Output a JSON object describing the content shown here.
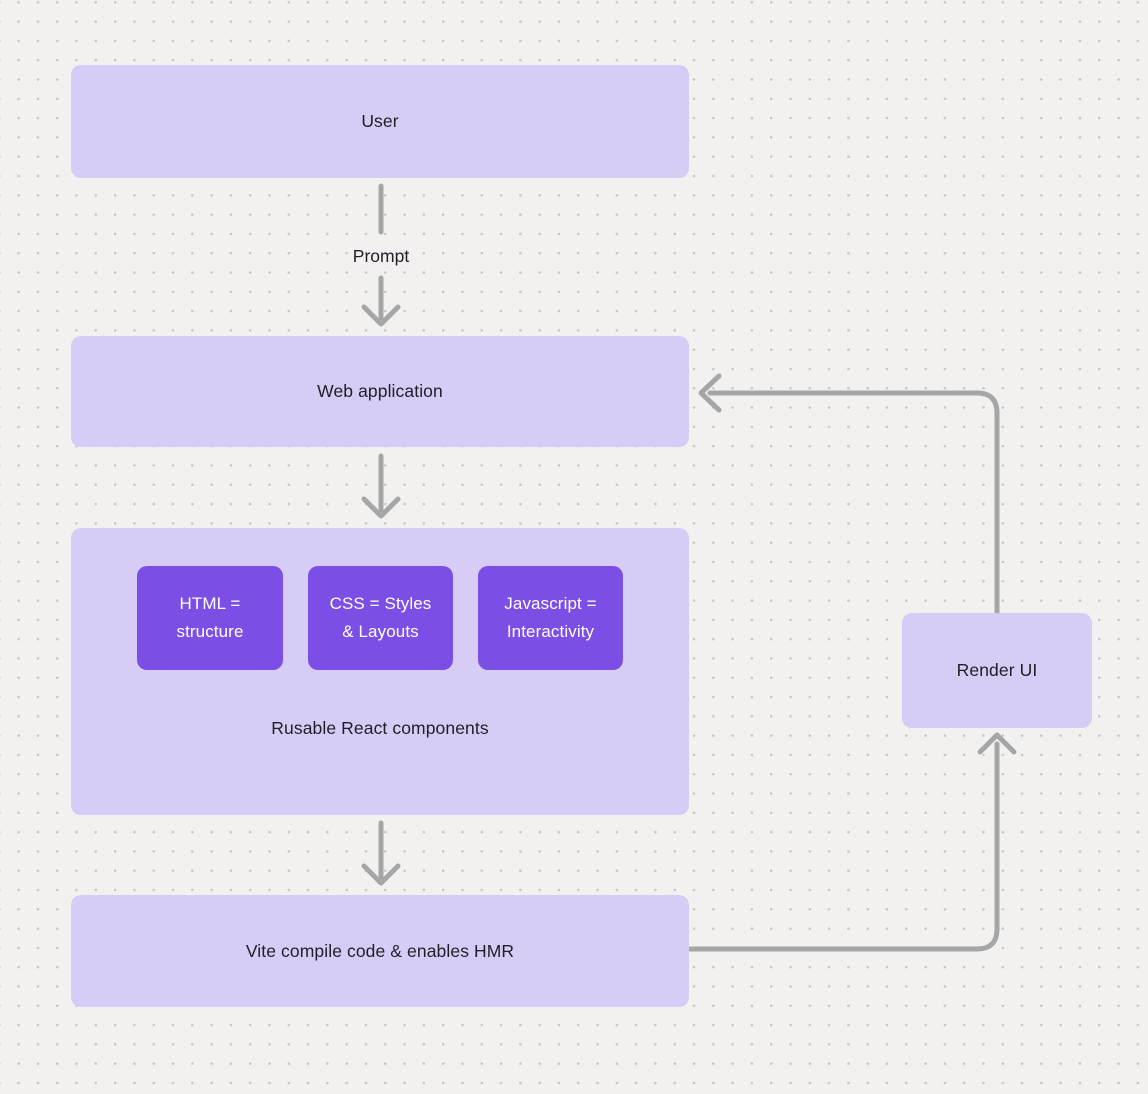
{
  "diagram": {
    "nodes": {
      "user": {
        "label": "User"
      },
      "web_application": {
        "label": "Web application"
      },
      "components_group": {
        "caption": "Rusable React components",
        "children": [
          {
            "label": "HTML = structure"
          },
          {
            "label": "CSS = Styles & Layouts"
          },
          {
            "label": "Javascript = Interactivity"
          }
        ]
      },
      "vite": {
        "label": "Vite compile code & enables HMR"
      },
      "render_ui": {
        "label": "Render UI"
      }
    },
    "edge_labels": {
      "prompt": "Prompt"
    },
    "colors": {
      "background": "#f2f1f0",
      "grid_dot": "#c7c6c5",
      "node_fill": "#d7ccf5",
      "chip_fill": "#7b4fe6",
      "arrow": "#a6a6a6",
      "text_dark": "#211f26",
      "text_light": "#ffffff"
    }
  }
}
